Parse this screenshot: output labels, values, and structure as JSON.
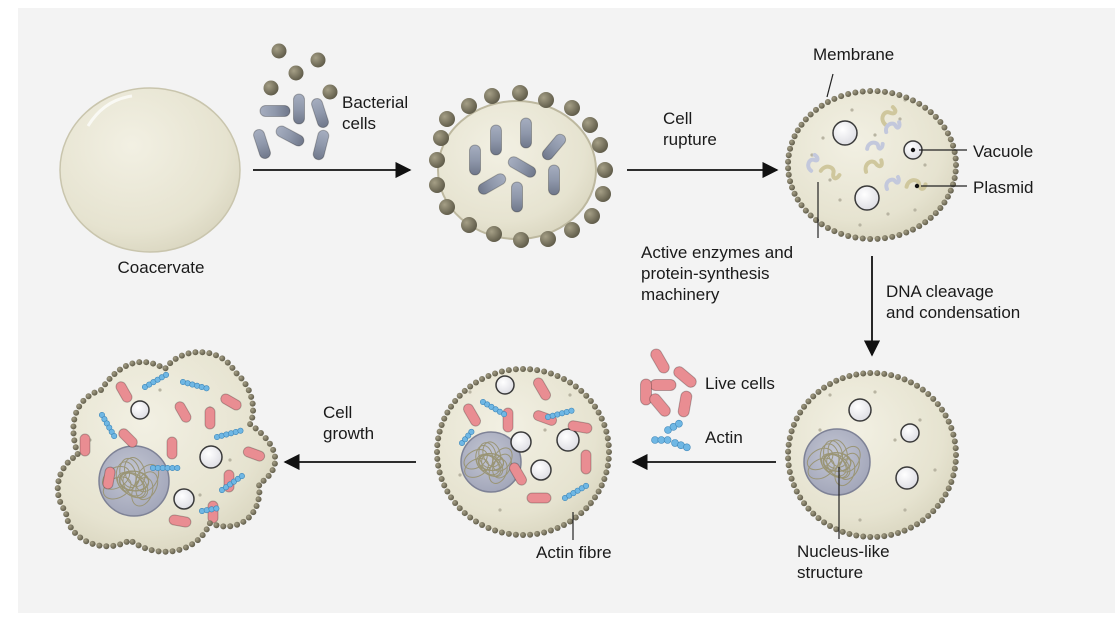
{
  "labels": {
    "coacervate": "Coacervate",
    "bacterial_cells": [
      "Bacterial",
      "cells"
    ],
    "cell_rupture": [
      "Cell",
      "rupture"
    ],
    "membrane": "Membrane",
    "vacuole": "Vacuole",
    "plasmid": "Plasmid",
    "enzymes": [
      "Active enzymes and",
      "protein-synthesis",
      "machinery"
    ],
    "dna": [
      "DNA cleavage",
      "and condensation"
    ],
    "live_cells": "Live cells",
    "actin": "Actin",
    "cell_growth": [
      "Cell",
      "growth"
    ],
    "actin_fibre": "Actin fibre",
    "nucleus": [
      "Nucleus-like",
      "structure"
    ]
  },
  "colors": {
    "panel": "#f3f3f3",
    "cell_fill": "#e5e2d0",
    "membrane_bead": "#8a8672",
    "bacteria_grey": "#8f98ab",
    "bacteria_dot": "#6b6654",
    "live_cell_red": "#e98d92",
    "actin_blue": "#6fb7e4",
    "plasmid": "#cfc79d",
    "nucleus": "#a9adc0"
  }
}
